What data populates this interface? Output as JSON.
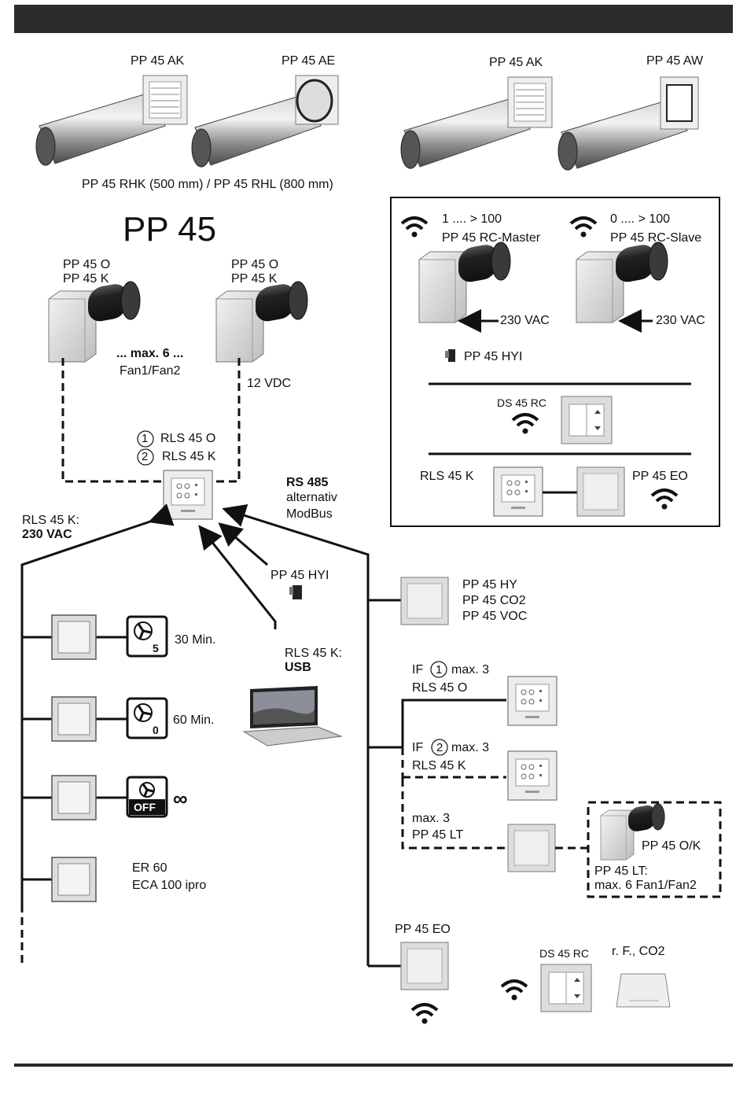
{
  "page": {
    "accent": "#2b2b2b"
  },
  "top_products": {
    "items": [
      {
        "label": "PP 45 AK"
      },
      {
        "label": "PP 45 AE"
      },
      {
        "label": "PP 45 AK"
      },
      {
        "label": "PP 45 AW"
      }
    ],
    "pipe_caption": "PP 45 RHK (500 mm) / PP 45 RHL (800 mm)"
  },
  "system": {
    "title": "PP 45",
    "fan_left": {
      "line1": "PP 45 O",
      "line2": "PP 45 K"
    },
    "fan_right": {
      "line1": "PP 45 O",
      "line2": "PP 45 K"
    },
    "max_fans": "... max. 6 ...",
    "fan_pair": "Fan1/Fan2",
    "vdc": "12 VDC",
    "rls_o_num": "1",
    "rls_o": "RLS 45 O",
    "rls_k_num": "2",
    "rls_k": "RLS 45 K",
    "rls_power_1": "RLS 45 K:",
    "rls_power_2": "230 VAC",
    "rs485_1": "RS 485",
    "rs485_2": "alternativ",
    "rs485_3": "ModBus",
    "hyi": "PP 45 HYI",
    "usb_1": "RLS 45 K:",
    "usb_2": "USB"
  },
  "radio_box": {
    "master_range": "1 .... > 100",
    "master": "PP 45 RC-Master",
    "slave_range": "0 .... > 100",
    "slave": "PP 45 RC-Slave",
    "vac_left": "230 VAC",
    "vac_right": "230 VAC",
    "hyi": "PP 45 HYI",
    "ds": "DS 45 RC",
    "rls": "RLS 45 K",
    "eo": "PP 45 EO"
  },
  "switches": [
    {
      "icon_text": "5",
      "label": "30 Min."
    },
    {
      "icon_text": "0",
      "label": "60 Min."
    },
    {
      "icon_text": "OFF",
      "label": "∞"
    },
    {
      "label_1": "ER 60",
      "label_2": "ECA 100 ipro"
    }
  ],
  "sensors": {
    "line1": "PP 45 HY",
    "line2": "PP 45 CO2",
    "line3": "PP 45 VOC"
  },
  "branch_o": {
    "if": "IF",
    "num": "1",
    "max": "max. 3",
    "name": "RLS 45 O"
  },
  "branch_k": {
    "if": "IF",
    "num": "2",
    "max": "max. 3",
    "name": "RLS 45 K"
  },
  "branch_lt": {
    "max": "max. 3",
    "name": "PP 45 LT"
  },
  "lt_box": {
    "fan": "PP 45 O/K",
    "line1": "PP 45 LT:",
    "line2": "max. 6 Fan1/Fan2"
  },
  "bottom": {
    "eo": "PP 45 EO",
    "ds": "DS 45 RC",
    "sensor": "r. F., CO2"
  }
}
